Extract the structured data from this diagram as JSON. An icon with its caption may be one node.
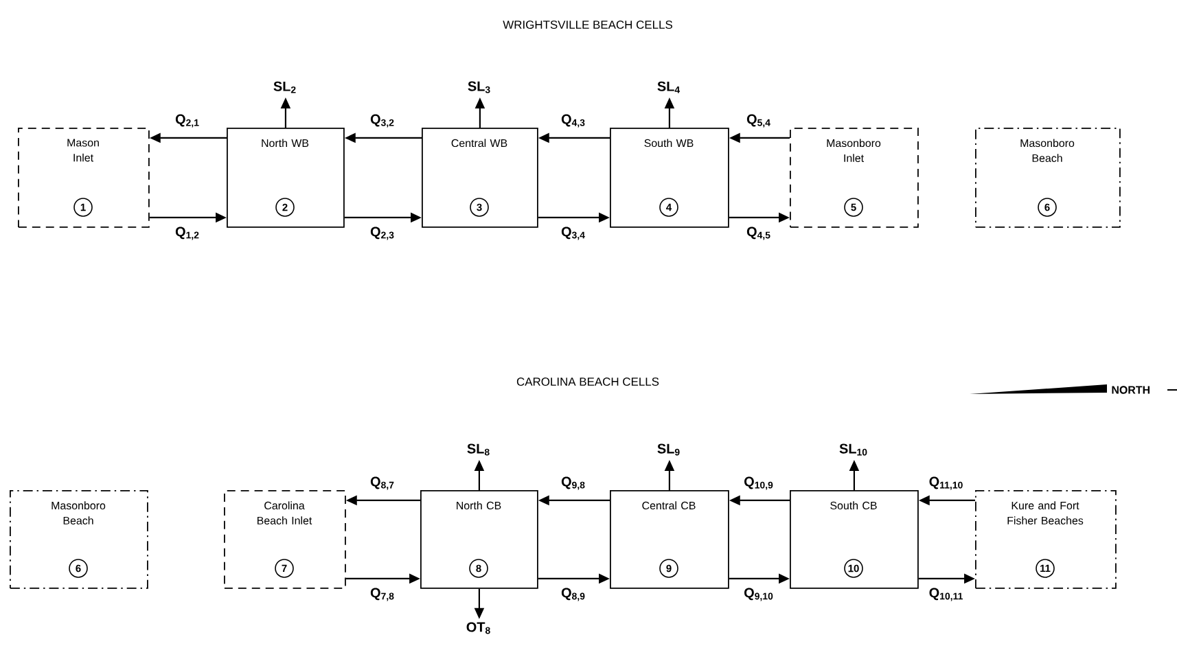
{
  "diagram": {
    "nodes": [
      {
        "text": [
          "Mason Inlet",
          "1"
        ]
      },
      {
        "text": [
          "North WB",
          "2"
        ]
      },
      {
        "text": [
          "Central WB",
          "3"
        ]
      },
      {
        "text": [
          "South WB",
          "4"
        ]
      },
      {
        "text": [
          "Masonboro Inlet",
          "5"
        ]
      },
      {
        "text": [
          "Masonboro Beach",
          "6"
        ]
      },
      {
        "text": [
          "Masonboro Beach",
          "6"
        ]
      },
      {
        "text": [
          "Carolina Beach Inlet",
          "7"
        ]
      },
      {
        "text": [
          "North CB",
          "8"
        ]
      },
      {
        "text": [
          "Central CB",
          "9"
        ]
      },
      {
        "text": [
          "South CB",
          "10"
        ]
      },
      {
        "text": [
          "Kure and Fort Fisher Beaches",
          "11"
        ]
      }
    ],
    "edges": [
      {
        "from": 1,
        "to": 0,
        "arrow": "to",
        "label": "Q$_{2,1}$"
      },
      {
        "from": 0,
        "to": 1,
        "arrow": "to",
        "label": "Q$_{1,2}$"
      },
      {
        "from": 1,
        "to": null,
        "arrow": "to",
        "label": "SL$_{2}$"
      },
      {
        "from": 2,
        "to": 1,
        "arrow": "to",
        "label": "Q$_{3,2}$"
      },
      {
        "from": 1,
        "to": 2,
        "arrow": "to",
        "label": "Q$_{2,3}$"
      },
      {
        "from": 2,
        "to": null,
        "arrow": "to",
        "label": "SL$_{3}$"
      },
      {
        "from": 3,
        "to": 2,
        "arrow": "to",
        "label": "Q$_{4,3}$"
      },
      {
        "from": 2,
        "to": 3,
        "arrow": "to",
        "label": "Q$_{3,4}$"
      },
      {
        "from": 3,
        "to": null,
        "arrow": "to",
        "label": "SL$_{4}$"
      },
      {
        "from": 4,
        "to": 3,
        "arrow": "to",
        "label": "Q$_{5,4}$"
      },
      {
        "from": 3,
        "to": 4,
        "arrow": "to",
        "label": "Q$_{4,5}$"
      },
      {
        "from": 8,
        "to": 7,
        "arrow": "to",
        "label": "Q$_{8,7}$"
      },
      {
        "from": 7,
        "to": 8,
        "arrow": "to",
        "label": "Q$_{7,8}$"
      },
      {
        "from": 8,
        "to": null,
        "arrow": "to",
        "label": "SL$_{8}$"
      },
      {
        "from": 8,
        "to": null,
        "arrow": "to",
        "label": "OT$_{8}$"
      },
      {
        "from": 9,
        "to": 8,
        "arrow": "to",
        "label": "Q$_{9,8}$"
      },
      {
        "from": 8,
        "to": 9,
        "arrow": "to",
        "label": "Q$_{8,9}$"
      },
      {
        "from": 9,
        "to": null,
        "arrow": "to",
        "label": "SL$_{9}$"
      },
      {
        "from": 10,
        "to": 9,
        "arrow": "to",
        "label": "Q$_{10,9}$"
      },
      {
        "from": 9,
        "to": 10,
        "arrow": "to",
        "label": "Q$_{9,10}$"
      },
      {
        "from": 10,
        "to": null,
        "arrow": "to",
        "label": "SL$_{10}$"
      },
      {
        "from": 11,
        "to": 10,
        "arrow": "to",
        "label": "Q$_{11,10}$"
      },
      {
        "from": 10,
        "to": 11,
        "arrow": "to",
        "label": "Q$_{10,11}$"
      }
    ],
    "labels": [
      "WRIGHTSVILLE BEACH CELLS",
      "CAROLINA BEACH CELLS",
      "NORTH"
    ]
  }
}
